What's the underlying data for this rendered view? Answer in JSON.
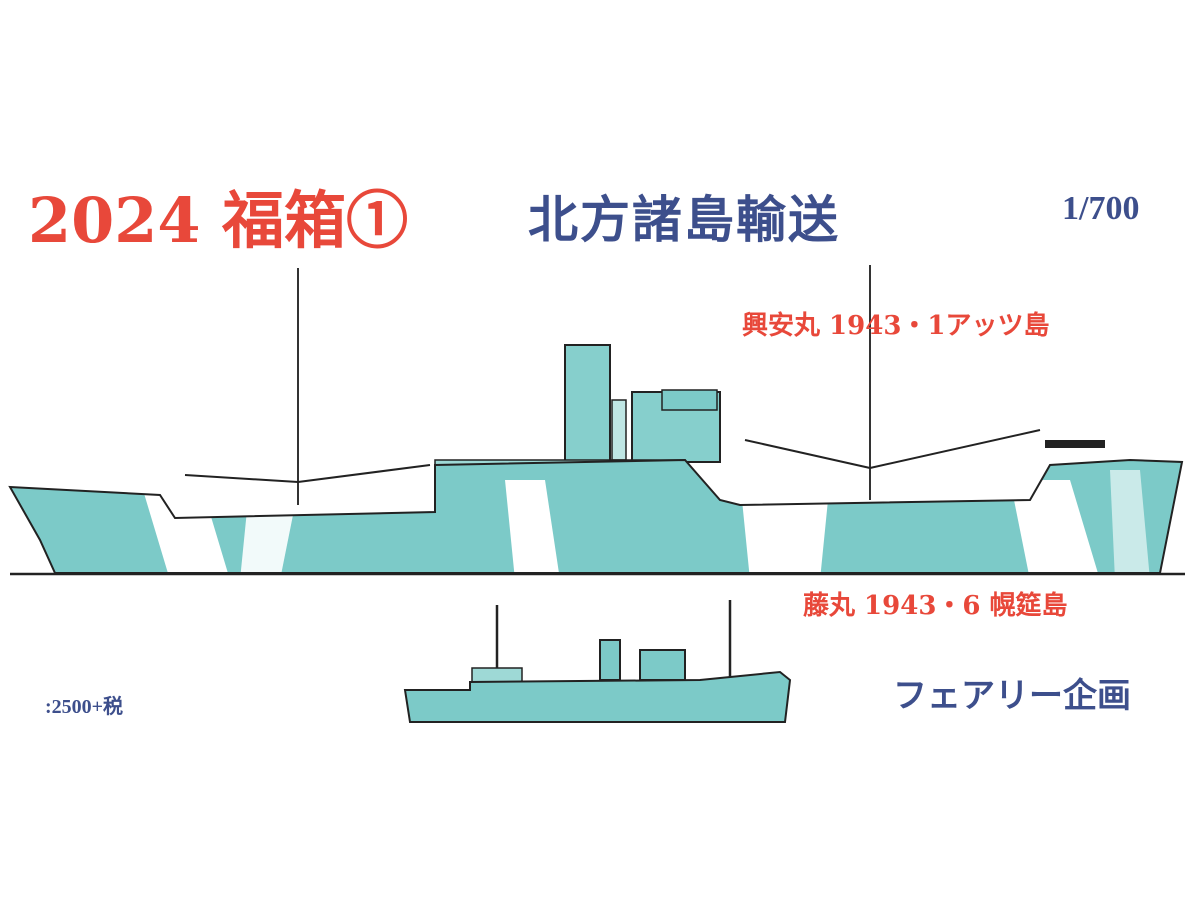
{
  "header": {
    "title": "2024 福箱①",
    "subtitle": "北方諸島輸送",
    "scale": "1/700"
  },
  "ships": [
    {
      "label": "興安丸 1943・1アッツ島"
    },
    {
      "label": "藤丸 1943・6 幌筵島"
    }
  ],
  "price": ":2500+税",
  "maker_logo": "フェアリー企画",
  "colors": {
    "accent_red": "#e8483a",
    "accent_blue": "#3d4f8c",
    "camo_teal": "#7ccac8"
  }
}
